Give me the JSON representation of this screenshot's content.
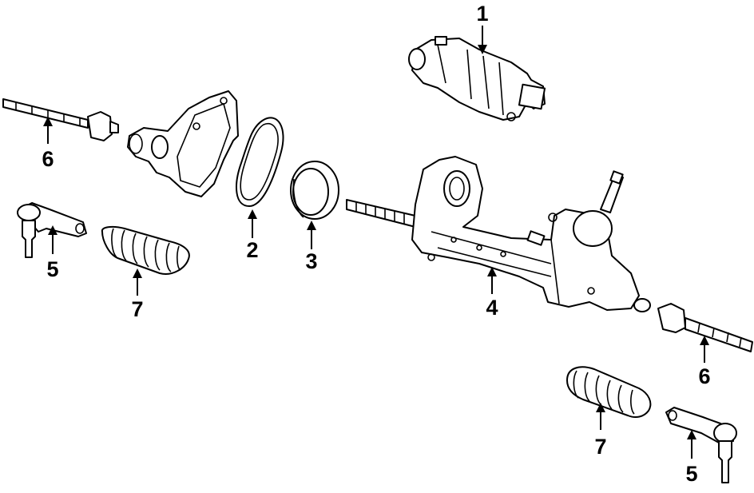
{
  "callouts": {
    "motor": "1",
    "oring": "2",
    "seal_ring": "3",
    "rack_gear": "4",
    "tie_rod_end_left": "5",
    "tie_rod_end_right": "5",
    "inner_tie_rod_left": "6",
    "inner_tie_rod_right": "6",
    "boot_left": "7",
    "boot_right": "7"
  }
}
